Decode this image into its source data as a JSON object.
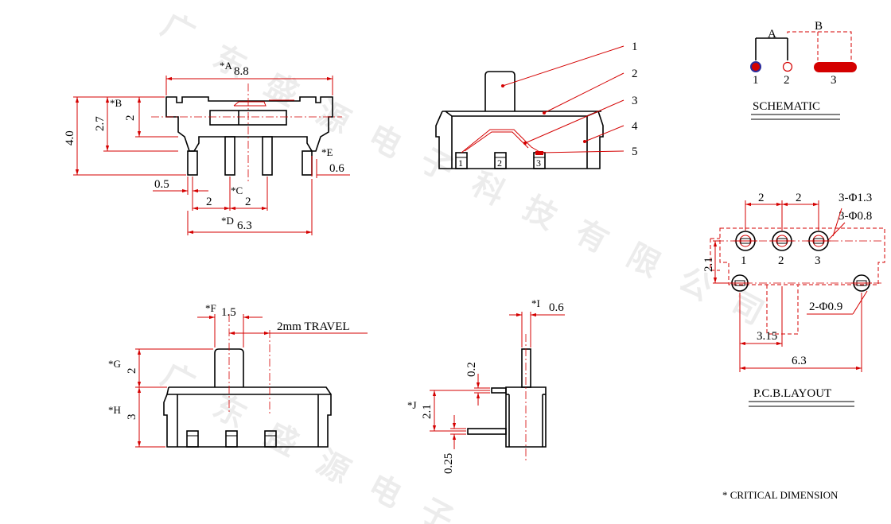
{
  "front_view": {
    "dim_A": "*A",
    "dim_A_val": "8.8",
    "dim_B": "*B",
    "dim_B_val": "2",
    "dim_2_7": "2.7",
    "dim_4_0": "4.0",
    "dim_E": "*E",
    "dim_E_val": "0.6",
    "dim_0_5": "0.5",
    "dim_C": "*C",
    "dim_C_val": "2",
    "dim_2": "2",
    "dim_D": "*D",
    "dim_D_val": "6.3"
  },
  "iso_view": {
    "callouts": [
      "1",
      "2",
      "3",
      "4",
      "5"
    ],
    "pins": [
      "1",
      "2",
      "3"
    ]
  },
  "side_view": {
    "dim_F": "*F",
    "dim_F_val": "1.5",
    "travel": "2mm TRAVEL",
    "dim_G": "*G",
    "dim_G_val": "2",
    "dim_H": "*H",
    "dim_H_val": "3"
  },
  "end_view": {
    "dim_I": "*I",
    "dim_I_val": "0.6",
    "dim_0_2": "0.2",
    "dim_J": "*J",
    "dim_J_val": "2.1",
    "dim_0_25": "0.25"
  },
  "schematic": {
    "label_A": "A",
    "label_B": "B",
    "pins": [
      "1",
      "2",
      "3"
    ],
    "title": "SCHEMATIC"
  },
  "pcb": {
    "dim_left": "2",
    "dim_right": "2",
    "hole_big": "3-Φ1.3",
    "hole_small": "3-Φ0.8",
    "dim_2_1": "2.1",
    "pins": [
      "1",
      "2",
      "3"
    ],
    "mount_holes": "2-Φ0.9",
    "dim_3_15": "3.15",
    "dim_6_3": "6.3",
    "title": "P.C.B.LAYOUT"
  },
  "footnote": "* CRITICAL  DIMENSION",
  "watermark": [
    "广",
    "东",
    "盛",
    "源",
    "电",
    "子",
    "科",
    "技",
    "有",
    "限",
    "公",
    "司"
  ],
  "colors": {
    "dimension": "#d40000",
    "outline": "#000000"
  }
}
